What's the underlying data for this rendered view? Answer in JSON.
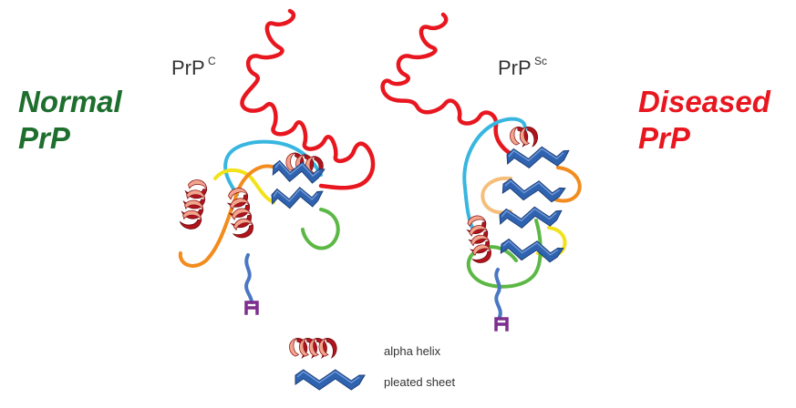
{
  "labels": {
    "left": [
      "Normal",
      "PrP"
    ],
    "right": [
      "Diseased",
      "PrP"
    ]
  },
  "proteins": {
    "normal": {
      "name": "PrP",
      "superscript": "C"
    },
    "diseased": {
      "name": "PrP",
      "superscript": "Sc"
    }
  },
  "legend": {
    "helix": "alpha helix",
    "sheet": "pleated sheet"
  },
  "colors": {
    "normal_label": "#1e6f2e",
    "diseased_label": "#e8171f",
    "tail": "#e8171f",
    "helix": "#b0141c",
    "helix_light": "#f2a58c",
    "sheet": "#2f63b0",
    "sheet_light": "#6f98d8",
    "loop_cyan": "#38b6e0",
    "loop_yellow": "#f2e21a",
    "loop_orange": "#f28c1e",
    "loop_peach": "#f5bf7a",
    "loop_green": "#5cb845",
    "terminal_blue": "#4a77c4",
    "anchor": "#7d2e8e"
  }
}
